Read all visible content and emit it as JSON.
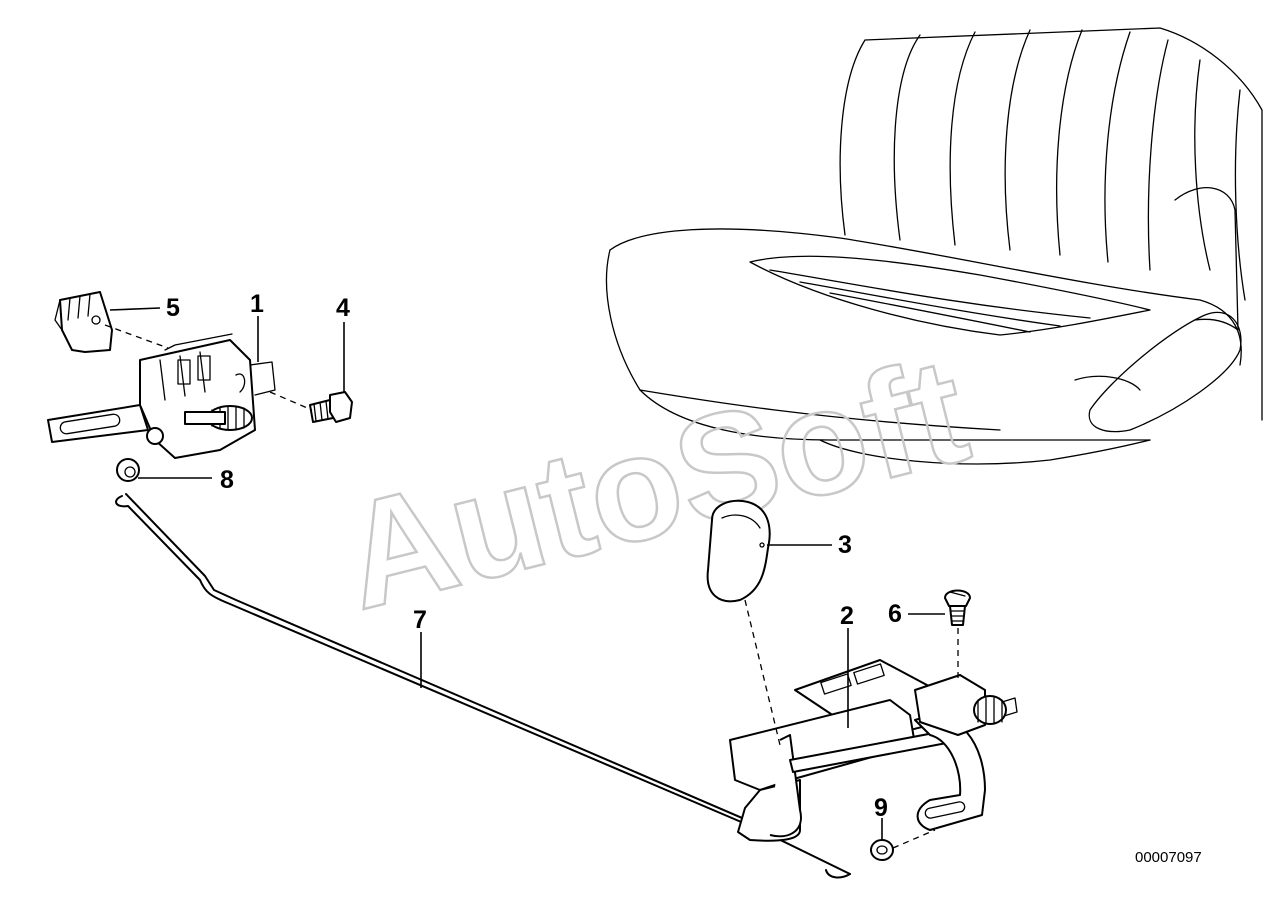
{
  "watermark": "AutoSoft",
  "document_number": "00007097",
  "callouts": [
    {
      "id": "c1",
      "label": "1"
    },
    {
      "id": "c2",
      "label": "2"
    },
    {
      "id": "c3",
      "label": "3"
    },
    {
      "id": "c4",
      "label": "4"
    },
    {
      "id": "c5",
      "label": "5"
    },
    {
      "id": "c6",
      "label": "6"
    },
    {
      "id": "c7",
      "label": "7"
    },
    {
      "id": "c8",
      "label": "8"
    },
    {
      "id": "c9",
      "label": "9"
    }
  ]
}
